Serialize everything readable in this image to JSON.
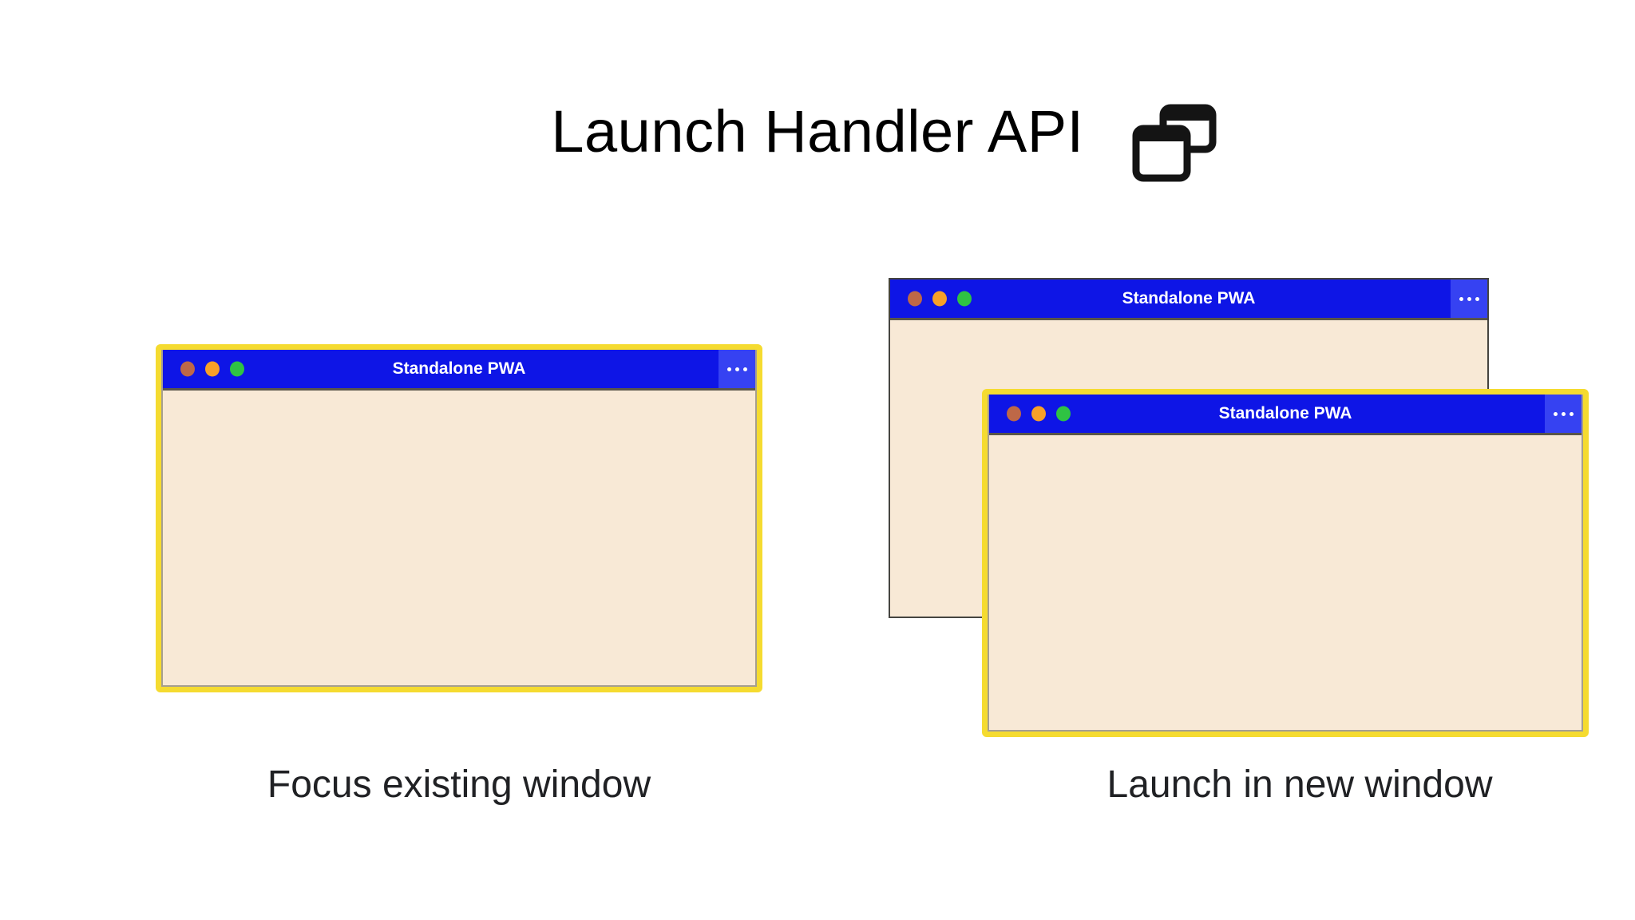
{
  "header": {
    "title": "Launch Handler API",
    "icon": "overlapping-windows-icon"
  },
  "windows": {
    "focused": {
      "title": "Standalone PWA",
      "caption": "Focus existing window",
      "frame": "yellow-highlight"
    },
    "background_pwa": {
      "title": "Standalone PWA",
      "frame": "dark"
    },
    "new_window": {
      "title": "Standalone PWA",
      "caption": "Launch in new window",
      "frame": "yellow-highlight"
    }
  },
  "icons": {
    "header_icon": "overlapping-windows-icon",
    "window_menu": "ellipsis-menu-icon",
    "traffic_lights": [
      "close-dot-icon",
      "minimize-dot-icon",
      "maximize-dot-icon"
    ]
  },
  "colors": {
    "page_background": "#FFFFFF",
    "titlebar_blue": "#0E15E6",
    "menu_button_blue": "#3642F2",
    "window_content_cream": "#F8E9D6",
    "highlight_yellow": "#F5DB30",
    "back_window_border": "#454440",
    "dot_red": "#BE6847",
    "dot_orange": "#F7A028",
    "dot_green": "#2FC343",
    "text_black": "#202124",
    "icon_black": "#141414"
  }
}
